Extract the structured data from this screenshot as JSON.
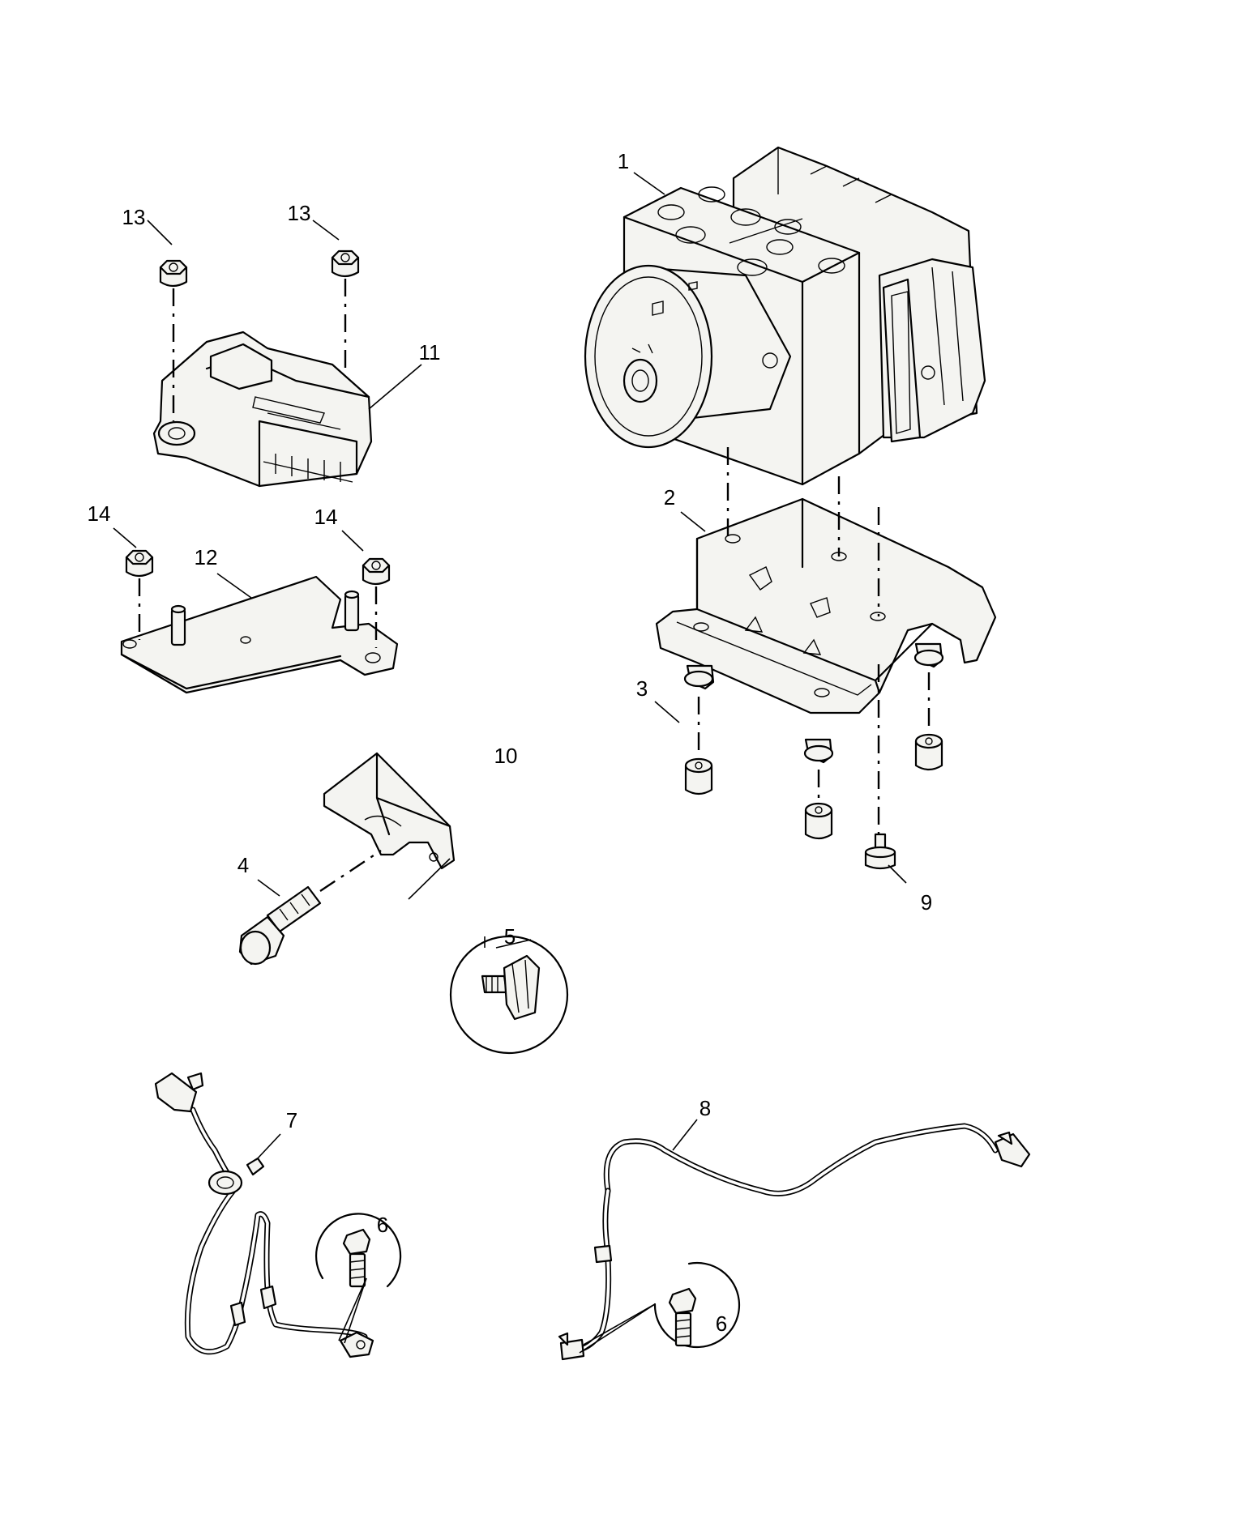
{
  "callouts": {
    "c1": "1",
    "c2": "2",
    "c3": "3",
    "c4": "4",
    "c5": "5",
    "c6a": "6",
    "c6b": "6",
    "c7": "7",
    "c8": "8",
    "c9": "9",
    "c10": "10",
    "c11": "11",
    "c12": "12",
    "c13a": "13",
    "c13b": "13",
    "c14a": "14",
    "c14b": "14"
  },
  "colors": {
    "line": "#000000",
    "part": "#f4f4f1",
    "background": "#ffffff"
  }
}
